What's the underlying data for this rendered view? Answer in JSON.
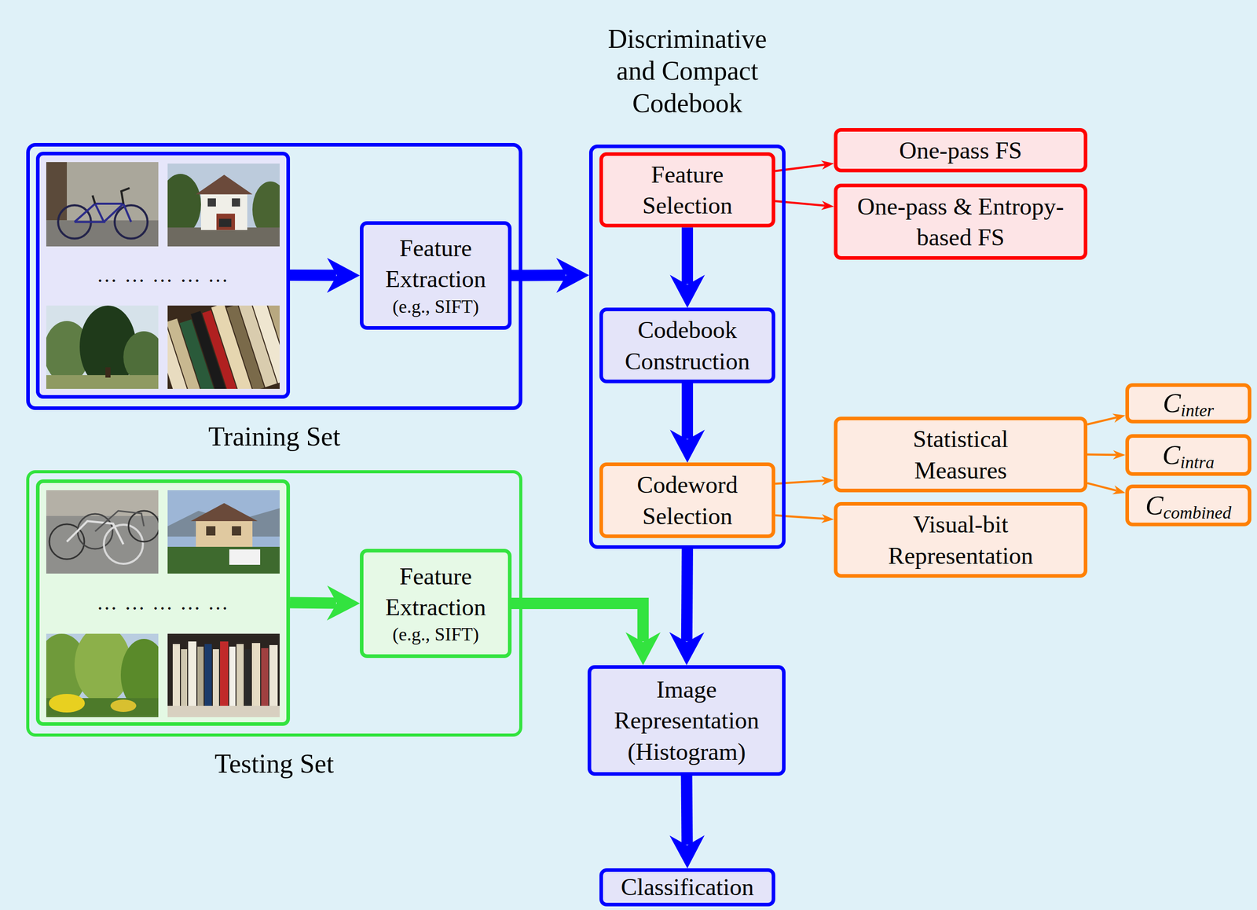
{
  "diagram": {
    "nodes": [
      {
        "text": [
          "Training Set"
        ]
      },
      {
        "text": [
          "… … … … …"
        ],
        "in": 0
      },
      {
        "text": [
          "Feature Extraction",
          "(e.g., SIFT)"
        ],
        "in": 0
      },
      {
        "text": [
          "Discriminative and Compact Codebook"
        ]
      },
      {
        "text": [
          "Feature Selection"
        ],
        "in": 3
      },
      {
        "text": [
          "Codebook Construction"
        ],
        "in": 3
      },
      {
        "text": [
          "Codeword Selection"
        ],
        "in": 3
      },
      {
        "text": [
          "One-pass FS"
        ]
      },
      {
        "text": [
          "One-pass & Entropy-based FS"
        ]
      },
      {
        "text": [
          "Statistical Measures"
        ]
      },
      {
        "text": [
          "Visual-bit Representation"
        ]
      },
      {
        "text": [
          "C",
          "inter"
        ]
      },
      {
        "text": [
          "C",
          "intra"
        ]
      },
      {
        "text": [
          "C",
          "combined"
        ]
      },
      {
        "text": [
          "Testing Set"
        ]
      },
      {
        "text": [
          "… … … … …"
        ],
        "in": 14
      },
      {
        "text": [
          "Feature Extraction",
          "(e.g., SIFT)"
        ],
        "in": 14
      },
      {
        "text": [
          "Image Representation (Histogram)"
        ]
      },
      {
        "text": [
          "Classification"
        ]
      }
    ],
    "edges": [
      {
        "from": 1,
        "to": 2,
        "arrow": "to"
      },
      {
        "from": 2,
        "to": 3,
        "arrow": "to"
      },
      {
        "from": 4,
        "to": 5,
        "arrow": "to"
      },
      {
        "from": 5,
        "to": 6,
        "arrow": "to"
      },
      {
        "from": 4,
        "to": 7,
        "arrow": "to"
      },
      {
        "from": 4,
        "to": 8,
        "arrow": "to"
      },
      {
        "from": 6,
        "to": 9,
        "arrow": "to"
      },
      {
        "from": 6,
        "to": 10,
        "arrow": "to"
      },
      {
        "from": 9,
        "to": 11,
        "arrow": "to"
      },
      {
        "from": 9,
        "to": 12,
        "arrow": "to"
      },
      {
        "from": 9,
        "to": 13,
        "arrow": "to"
      },
      {
        "from": 15,
        "to": 16,
        "arrow": "to"
      },
      {
        "from": 16,
        "to": 17,
        "arrow": "to"
      },
      {
        "from": 3,
        "to": 17,
        "arrow": "to"
      },
      {
        "from": 17,
        "to": 18,
        "arrow": "to"
      }
    ]
  }
}
